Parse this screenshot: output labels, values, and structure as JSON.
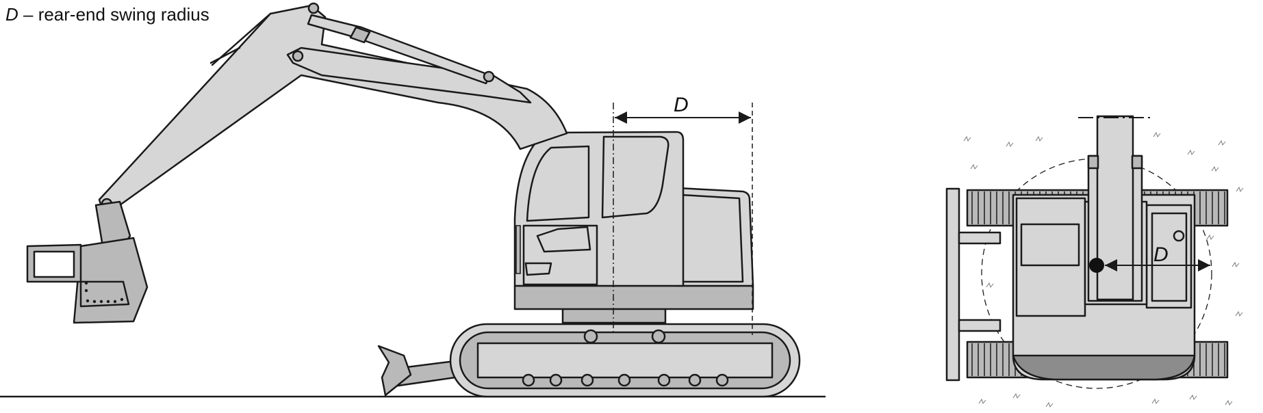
{
  "caption": {
    "symbol": "D",
    "text": " – rear-end swing radius"
  },
  "side_view": {
    "dimension_label": "D"
  },
  "top_view": {
    "dimension_label": "D"
  },
  "colors": {
    "outline": "#1a1a1a",
    "light_gray": "#d6d6d6",
    "mid_gray": "#b9b9b9",
    "dark_gray": "#8c8c8c"
  }
}
